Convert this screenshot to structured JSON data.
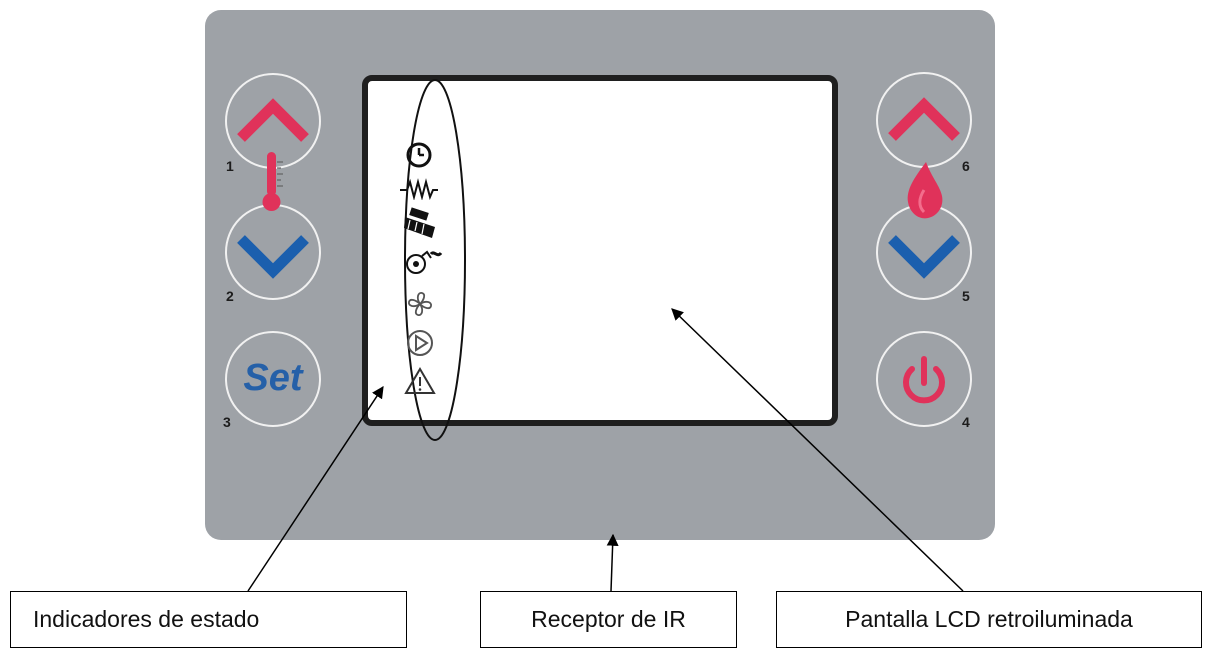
{
  "buttons": [
    {
      "number": "1",
      "icon": "chevron-up-icon",
      "color": "#e0325a"
    },
    {
      "number": "2",
      "icon": "chevron-down-icon",
      "color": "#1b5fae"
    },
    {
      "number": "3",
      "label": "Set",
      "color": "#2560a8"
    },
    {
      "number": "4",
      "icon": "power-icon",
      "color": "#e0325a"
    },
    {
      "number": "5",
      "icon": "chevron-down-icon",
      "color": "#1b5fae"
    },
    {
      "number": "6",
      "icon": "chevron-up-icon",
      "color": "#e0325a"
    }
  ],
  "indicators": [
    "clock-icon",
    "resistor-icon",
    "auger-icon",
    "blower-icon",
    "fan-icon",
    "pump-icon",
    "warning-icon"
  ],
  "callouts": {
    "status": "Indicadores de estado",
    "ir": "Receptor de IR",
    "lcd": "Pantalla LCD retroiluminada"
  },
  "colors": {
    "panel": "#9ea2a7",
    "up": "#e0325a",
    "down": "#1b5fae"
  }
}
